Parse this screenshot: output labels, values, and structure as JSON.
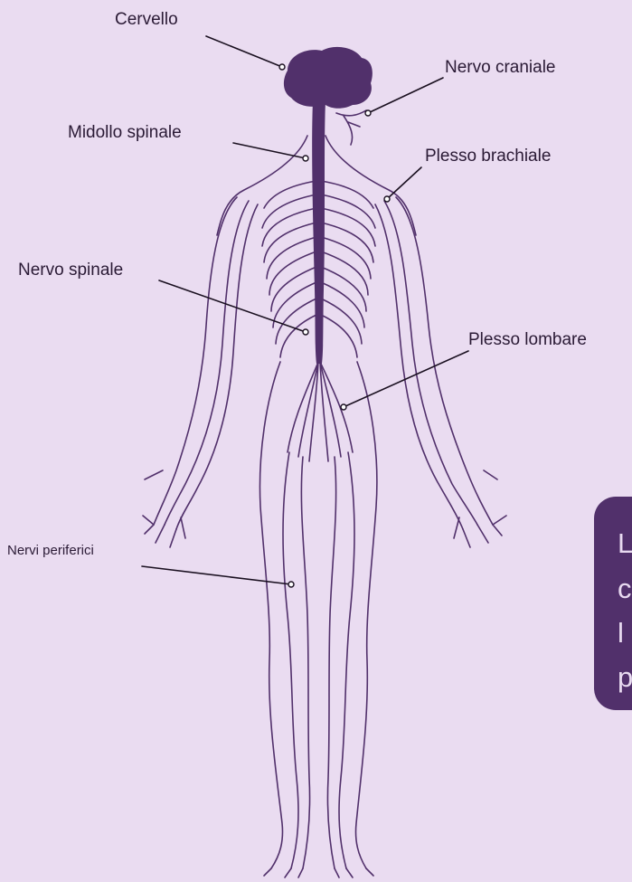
{
  "labels": {
    "brain": "Cervello",
    "cranial_nerve": "Nervo craniale",
    "spinal_cord": "Midollo spinale",
    "brachial_plexus": "Plesso brachiale",
    "spinal_nerve": "Nervo spinale",
    "lumbar_plexus": "Plesso lombare",
    "peripheral_nerves": "Nervi periferici"
  },
  "info_card": {
    "lines": [
      "L",
      "c",
      "l",
      "p"
    ]
  },
  "colors": {
    "background": "#eadcf1",
    "nerve": "#51306b",
    "card": "#51306b",
    "card_text": "#e8daf0",
    "label_text": "#2a1a35"
  }
}
